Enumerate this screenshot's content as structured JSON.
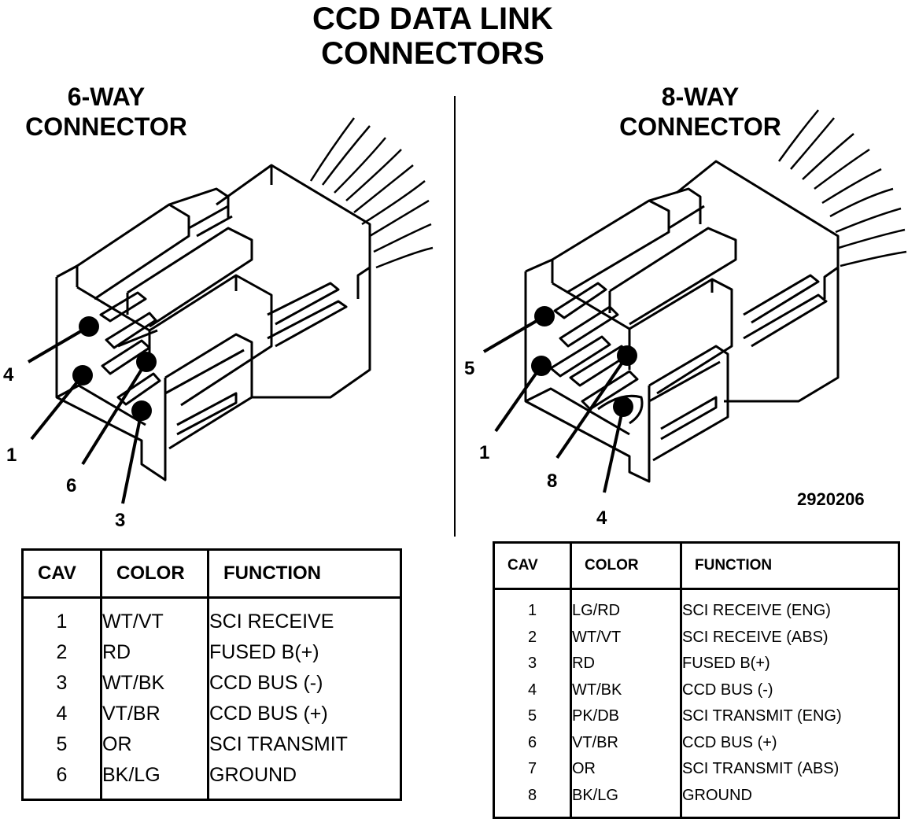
{
  "title": [
    "CCD DATA LINK",
    "CONNECTORS"
  ],
  "six_way": {
    "label": [
      "6-WAY",
      "CONNECTOR"
    ],
    "pin_callouts": [
      "4",
      "1",
      "6",
      "3"
    ],
    "table": {
      "headers": [
        "CAV",
        "COLOR",
        "FUNCTION"
      ],
      "rows": [
        {
          "cav": "1",
          "color": "WT/VT",
          "function": "SCI RECEIVE"
        },
        {
          "cav": "2",
          "color": "RD",
          "function": "FUSED B(+)"
        },
        {
          "cav": "3",
          "color": "WT/BK",
          "function": "CCD BUS (-)"
        },
        {
          "cav": "4",
          "color": "VT/BR",
          "function": "CCD BUS (+)"
        },
        {
          "cav": "5",
          "color": "OR",
          "function": "SCI TRANSMIT"
        },
        {
          "cav": "6",
          "color": "BK/LG",
          "function": "GROUND"
        }
      ]
    }
  },
  "eight_way": {
    "label": [
      "8-WAY",
      "CONNECTOR"
    ],
    "pin_callouts": [
      "5",
      "1",
      "8",
      "4"
    ],
    "table": {
      "headers": [
        "CAV",
        "COLOR",
        "FUNCTION"
      ],
      "rows": [
        {
          "cav": "1",
          "color": "LG/RD",
          "function": "SCI RECEIVE (ENG)"
        },
        {
          "cav": "2",
          "color": "WT/VT",
          "function": "SCI RECEIVE (ABS)"
        },
        {
          "cav": "3",
          "color": "RD",
          "function": "FUSED B(+)"
        },
        {
          "cav": "4",
          "color": "WT/BK",
          "function": "CCD BUS (-)"
        },
        {
          "cav": "5",
          "color": "PK/DB",
          "function": "SCI TRANSMIT (ENG)"
        },
        {
          "cav": "6",
          "color": "VT/BR",
          "function": "CCD BUS (+)"
        },
        {
          "cav": "7",
          "color": "OR",
          "function": "SCI TRANSMIT (ABS)"
        },
        {
          "cav": "8",
          "color": "BK/LG",
          "function": "GROUND"
        }
      ]
    }
  },
  "figure_code": "2920206"
}
